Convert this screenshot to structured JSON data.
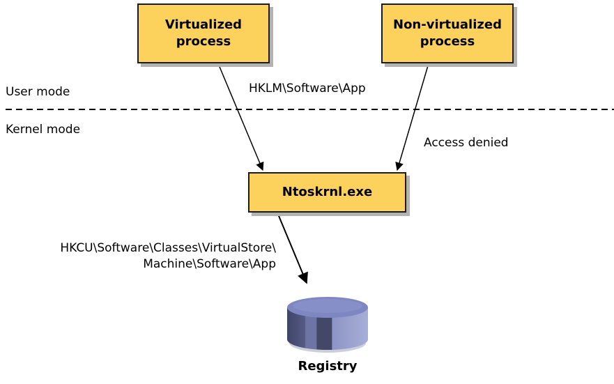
{
  "boxes": {
    "virtualized": "Virtualized\nprocess",
    "nonvirtualized": "Non-virtualized\nprocess",
    "kernel": "Ntoskrnl.exe"
  },
  "labels": {
    "user_mode": "User mode",
    "kernel_mode": "Kernel mode",
    "hklm_path": "HKLM\\Software\\App",
    "access_denied": "Access denied",
    "hkcu_line1": "HKCU\\Software\\Classes\\VirtualStore\\",
    "hkcu_line2": "Machine\\Software\\App"
  },
  "registry": {
    "label": "Registry"
  },
  "colors": {
    "box_fill": "#fcd25c",
    "cylinder_top": "#7d86c0",
    "cylinder_body": "#4a5078",
    "cylinder_light": "#9aa2cc"
  }
}
